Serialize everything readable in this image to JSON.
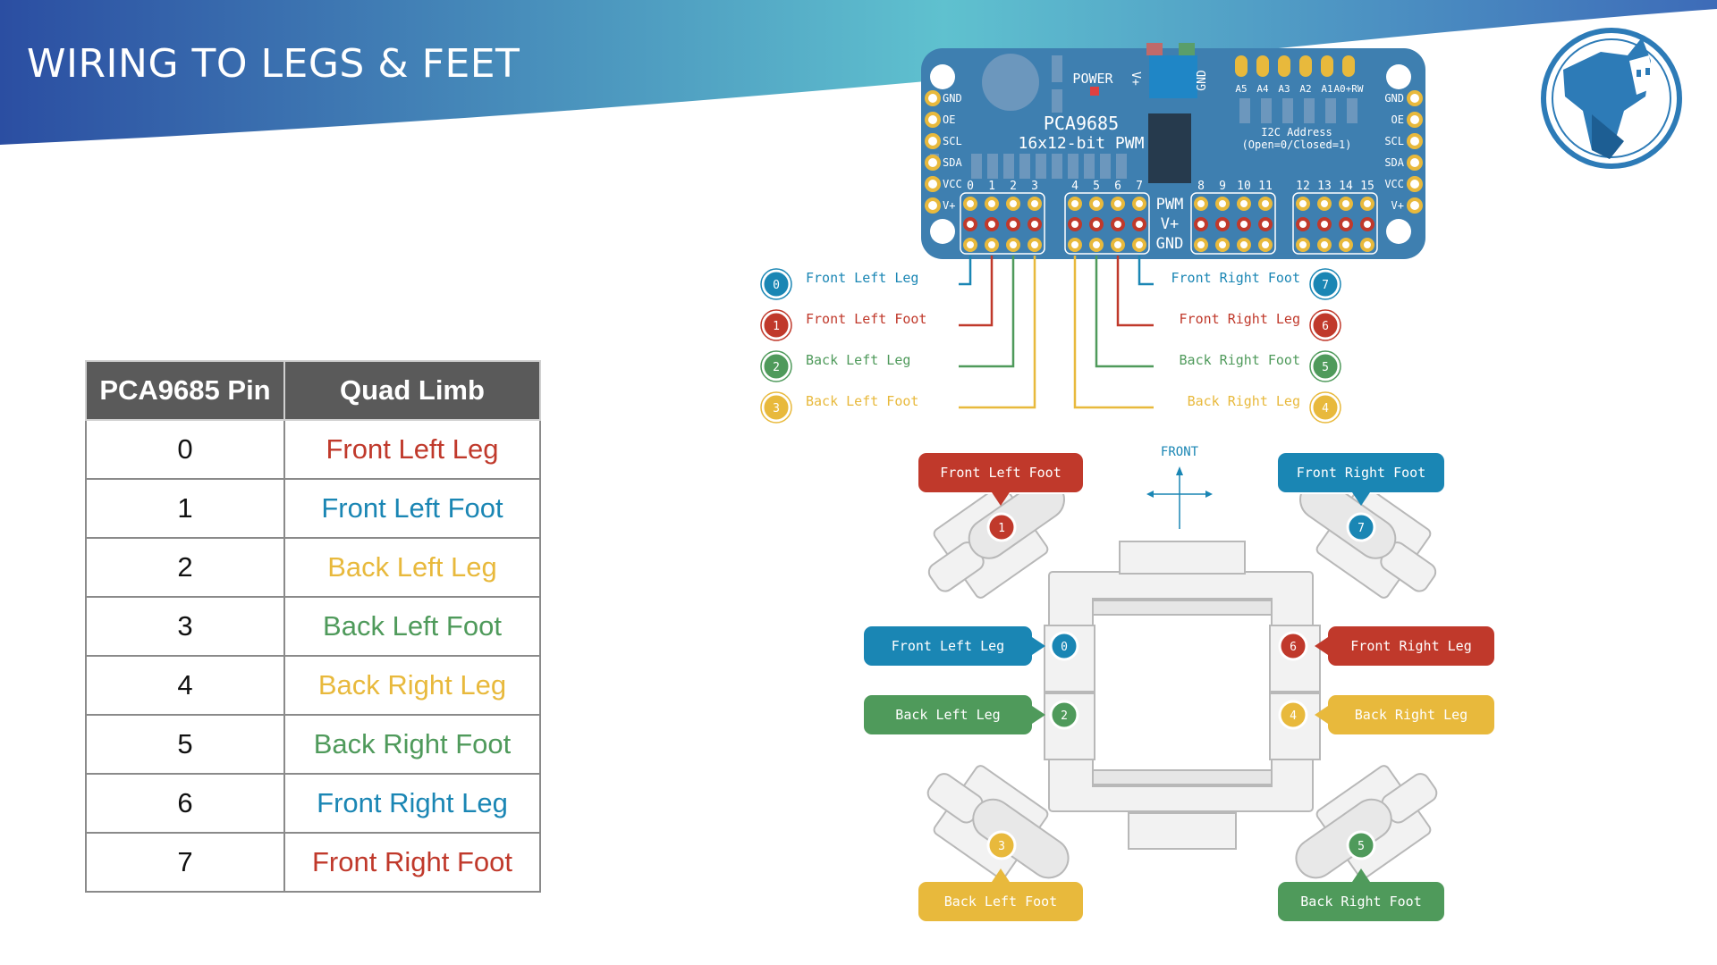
{
  "slide": {
    "title": "WIRING TO LEGS & FEET"
  },
  "colors": {
    "blue": "#1a86b4",
    "red": "#c0392b",
    "green": "#4f9a5b",
    "yellow": "#e8b93c",
    "board": "#3e7fb0",
    "banner_start": "#2b4ea2",
    "banner_end": "#5fc1cf"
  },
  "table": {
    "headers": [
      "PCA9685 Pin",
      "Quad Limb"
    ],
    "rows": [
      {
        "pin": "0",
        "limb": "Front Left Leg",
        "color": "#c0392b"
      },
      {
        "pin": "1",
        "limb": "Front Left Foot",
        "color": "#1a86b4"
      },
      {
        "pin": "2",
        "limb": "Back Left Leg",
        "color": "#e8b93c"
      },
      {
        "pin": "3",
        "limb": "Back Left Foot",
        "color": "#4f9a5b"
      },
      {
        "pin": "4",
        "limb": "Back Right Leg",
        "color": "#e8b93c"
      },
      {
        "pin": "5",
        "limb": "Back Right Foot",
        "color": "#4f9a5b"
      },
      {
        "pin": "6",
        "limb": "Front Right Leg",
        "color": "#1a86b4"
      },
      {
        "pin": "7",
        "limb": "Front Right Foot",
        "color": "#c0392b"
      }
    ]
  },
  "board": {
    "name": "PCA9685",
    "subtitle": "16x12-bit PWM",
    "power": "POWER",
    "vplus": "V+",
    "gnd": "GND",
    "left_pins": [
      "GND",
      "OE",
      "SCL",
      "SDA",
      "VCC",
      "V+"
    ],
    "right_pins": [
      "GND",
      "OE",
      "SCL",
      "SDA",
      "VCC",
      "V+"
    ],
    "addr_labels": [
      "A5",
      "A4",
      "A3",
      "A2",
      "A1",
      "A0+RW"
    ],
    "i2c_line1": "I2C Address",
    "i2c_line2": "(Open=0/Closed=1)",
    "pwm_labels": [
      "PWM",
      "V+",
      "GND"
    ],
    "channel_numbers": [
      "0",
      "1",
      "2",
      "3",
      "4",
      "5",
      "6",
      "7",
      "8",
      "9",
      "10",
      "11",
      "12",
      "13",
      "14",
      "15"
    ]
  },
  "wiring": {
    "left": [
      {
        "num": "0",
        "label": "Front Left Leg",
        "color": "#1a86b4"
      },
      {
        "num": "1",
        "label": "Front Left Foot",
        "color": "#c0392b"
      },
      {
        "num": "2",
        "label": "Back Left Leg",
        "color": "#4f9a5b"
      },
      {
        "num": "3",
        "label": "Back Left Foot",
        "color": "#e8b93c"
      }
    ],
    "right": [
      {
        "num": "7",
        "label": "Front Right Foot",
        "color": "#1a86b4"
      },
      {
        "num": "6",
        "label": "Front Right Leg",
        "color": "#c0392b"
      },
      {
        "num": "5",
        "label": "Back Right Foot",
        "color": "#4f9a5b"
      },
      {
        "num": "4",
        "label": "Back Right Leg",
        "color": "#e8b93c"
      }
    ]
  },
  "robot": {
    "front_label": "FRONT",
    "callouts": [
      {
        "num": "1",
        "label": "Front Left Foot",
        "color": "#c0392b"
      },
      {
        "num": "7",
        "label": "Front Right Foot",
        "color": "#1a86b4"
      },
      {
        "num": "0",
        "label": "Front Left Leg",
        "color": "#1a86b4"
      },
      {
        "num": "6",
        "label": "Front Right Leg",
        "color": "#c0392b"
      },
      {
        "num": "2",
        "label": "Back Left Leg",
        "color": "#4f9a5b"
      },
      {
        "num": "4",
        "label": "Back Right Leg",
        "color": "#e8b93c"
      },
      {
        "num": "3",
        "label": "Back Left Foot",
        "color": "#e8b93c"
      },
      {
        "num": "5",
        "label": "Back Right Foot",
        "color": "#4f9a5b"
      }
    ]
  }
}
